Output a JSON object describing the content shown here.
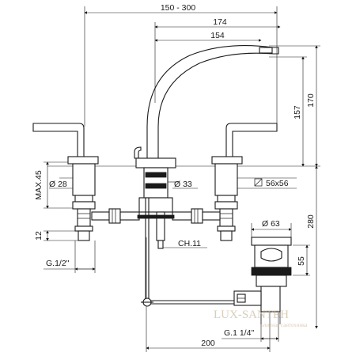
{
  "dimensions": {
    "spacing_range": "150 - 300",
    "spout_reach_total": "174",
    "spout_reach": "154",
    "spout_height_total": "170",
    "spout_height": "157",
    "max_deck": "MAX.45",
    "base_diameter": "Ø 28",
    "spout_base_diameter": "Ø 33",
    "square_base": "56x56",
    "connector_height": "12",
    "thread_inlet": "G.1/2\"",
    "wrench_size": "CH.11",
    "waste_diameter": "Ø 63",
    "waste_height": "55",
    "total_height": "280",
    "waste_thread": "G.1 1/4\"",
    "drain_reach": "200"
  },
  "watermark": {
    "title": "LUX-SANTEH",
    "subtitle": "элитная сантехника"
  },
  "colors": {
    "line": "#1a1a1a",
    "watermark": "#c8b89a"
  }
}
